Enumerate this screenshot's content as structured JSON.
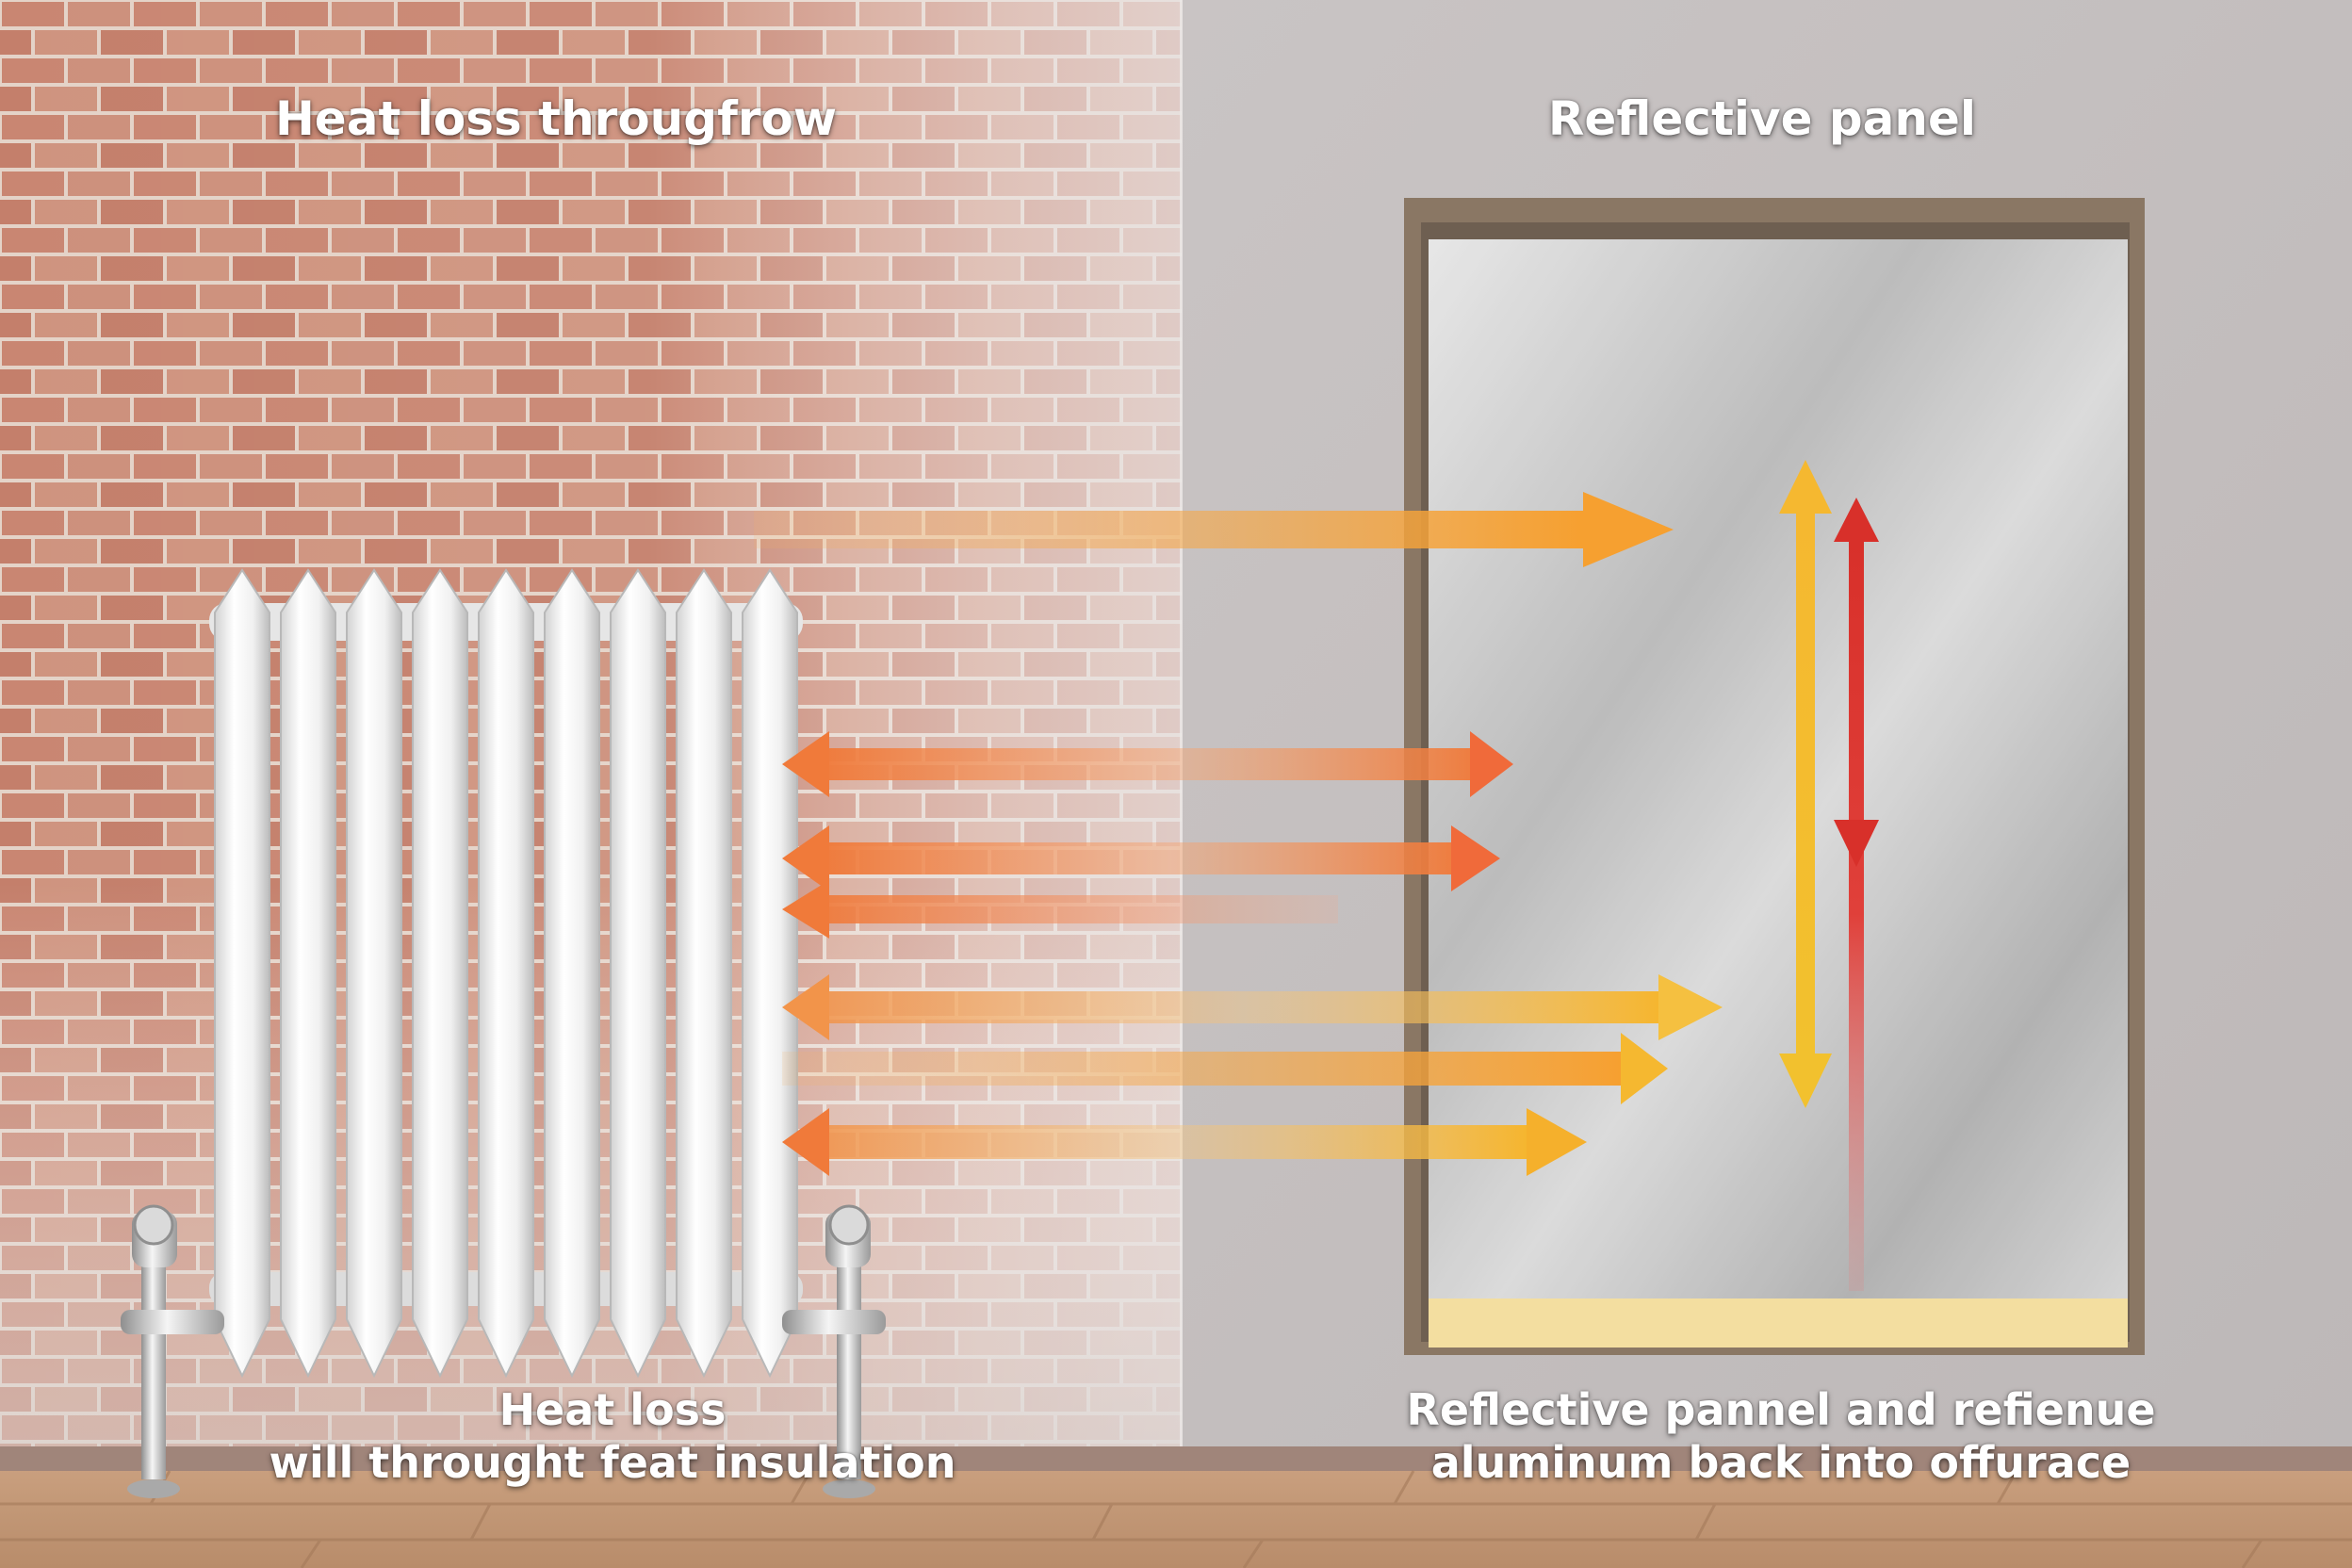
{
  "left_panel": {
    "title": "Heat loss througfrow",
    "caption_line1": "Heat loss",
    "caption_line2": "will throught feat insulation"
  },
  "right_panel": {
    "title": "Reflective panel",
    "caption_line1": "Reflective pannel and refienue",
    "caption_line2": "aluminum back into offurace"
  },
  "colors": {
    "brick": "#c98a74",
    "mortar": "#e6d6cc",
    "wall_grey": "#c9c4c3",
    "floor_wood": "#c59a78",
    "panel_frame": "#8a7764",
    "panel_foil": "#c8c8c8",
    "panel_base": "#f3dea0",
    "arrow_orange": "#f08c3c",
    "arrow_yellow": "#f5b830",
    "arrow_red": "#d8302a"
  }
}
